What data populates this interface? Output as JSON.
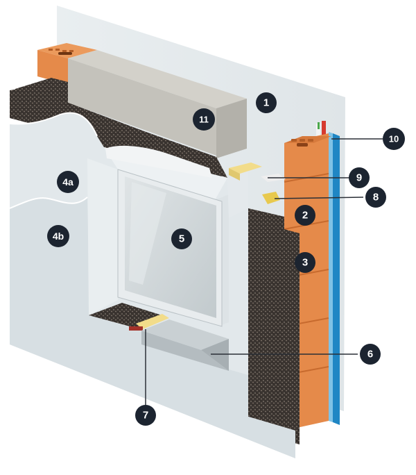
{
  "colors": {
    "plaster_back": "#e6ebee",
    "plaster_front": "#d3dce2",
    "plaster_light": "#eef2f4",
    "insulation": "#3a3430",
    "brick": "#e58a4a",
    "brick_dark": "#c76a2e",
    "concrete": "#c9c7c0",
    "membrane_blue": "#1f86c4",
    "glass": "#cfd6d9",
    "frame": "#e8ecee",
    "tape_yellow": "#f2dc8a",
    "badge_fill": "#1c2430",
    "leader_line": "#2a2f36"
  },
  "labels": [
    {
      "id": "1",
      "text": "1"
    },
    {
      "id": "2",
      "text": "2"
    },
    {
      "id": "3",
      "text": "3"
    },
    {
      "id": "4a",
      "text": "4a"
    },
    {
      "id": "4b",
      "text": "4b"
    },
    {
      "id": "5",
      "text": "5"
    },
    {
      "id": "6",
      "text": "6"
    },
    {
      "id": "7",
      "text": "7"
    },
    {
      "id": "8",
      "text": "8"
    },
    {
      "id": "9",
      "text": "9"
    },
    {
      "id": "10",
      "text": "10"
    },
    {
      "id": "11",
      "text": "11"
    }
  ]
}
